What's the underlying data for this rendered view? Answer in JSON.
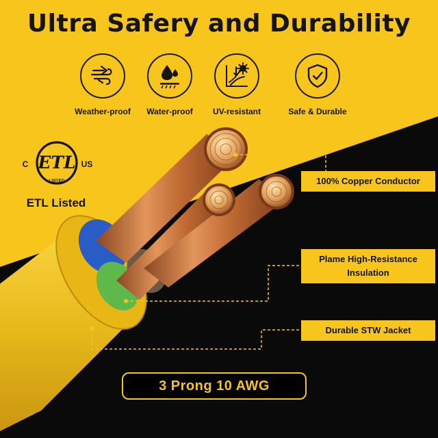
{
  "headline": "Ultra Safery and Durability",
  "features": [
    {
      "icon": "wind-icon",
      "label": "Weather-proof"
    },
    {
      "icon": "water-drop-icon",
      "label": "Water-proof"
    },
    {
      "icon": "sun-ray-icon",
      "label": "UV-resistant"
    },
    {
      "icon": "shield-check-icon",
      "label": "Safe & Durable"
    }
  ],
  "certification": {
    "logo_text": "ETL",
    "corner_c": "C",
    "corner_us": "US",
    "listed": "LISTED",
    "label": "ETL Listed"
  },
  "callouts": {
    "conductor": "100% Copper Conductor",
    "insulation_line1": "Plame High-Resistance",
    "insulation_line2": "Insulation",
    "jacket": "Durable STW Jacket"
  },
  "spec": "3 Prong 10 AWG",
  "colors": {
    "yellow": "#f7c51c",
    "black": "#000000",
    "copper": "#c9733a",
    "blue_insulation": "#2a5cc8",
    "green_insulation": "#5fb84a",
    "brown_insulation": "#6e5a44"
  }
}
